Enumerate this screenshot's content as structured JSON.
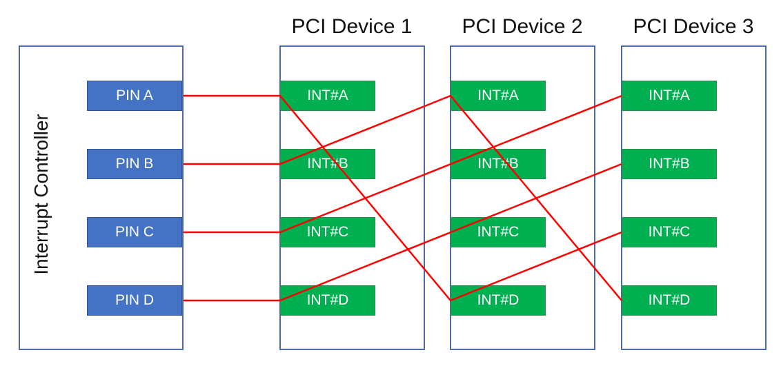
{
  "controller": {
    "label": "Interrupt Controller",
    "pins": [
      "PIN A",
      "PIN B",
      "PIN C",
      "PIN D"
    ]
  },
  "devices": [
    {
      "title": "PCI Device 1",
      "ints": [
        "INT#A",
        "INT#B",
        "INT#C",
        "INT#D"
      ]
    },
    {
      "title": "PCI Device 2",
      "ints": [
        "INT#A",
        "INT#B",
        "INT#C",
        "INT#D"
      ]
    },
    {
      "title": "PCI Device 3",
      "ints": [
        "INT#A",
        "INT#B",
        "INT#C",
        "INT#D"
      ]
    }
  ],
  "colors": {
    "pin": "#4472c4",
    "int": "#00b050",
    "wire": "#ff0000",
    "border": "#4a6aa8"
  }
}
